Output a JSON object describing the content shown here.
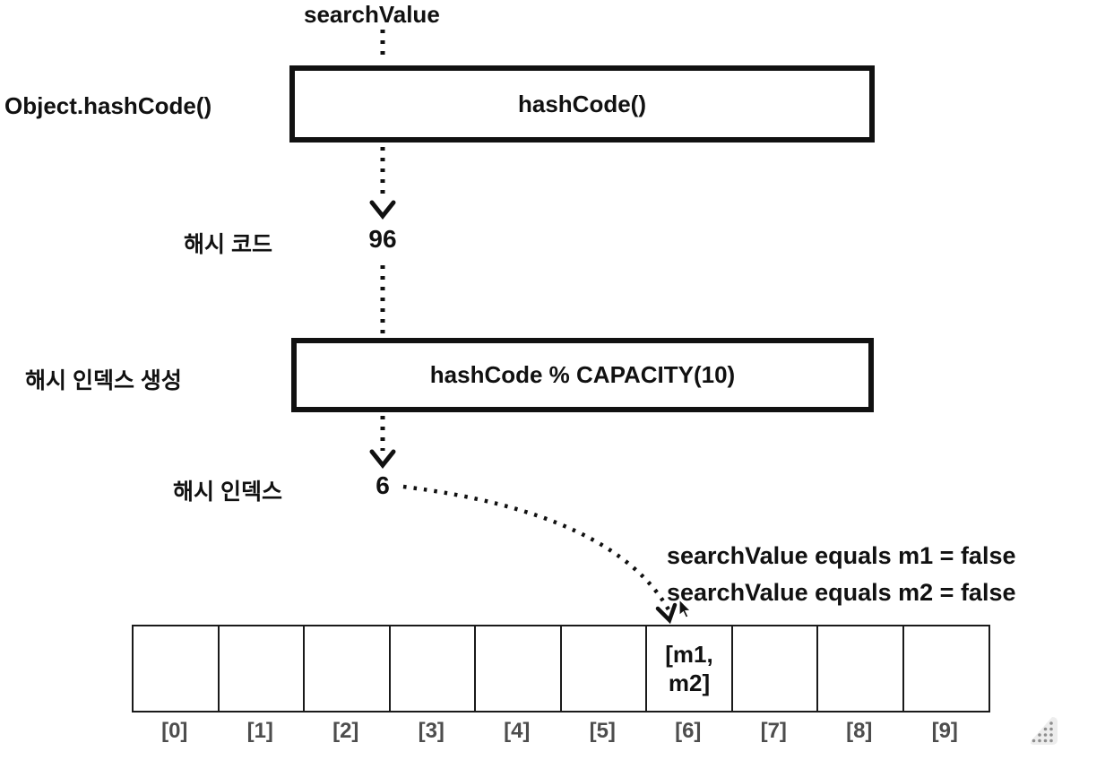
{
  "diagram": {
    "title_hint": "hash lookup flow",
    "top_label": "searchValue",
    "box1": {
      "label": "hashCode()",
      "side_label": "Object.hashCode()"
    },
    "hash_code": {
      "value": "96",
      "side_label": "해시 코드"
    },
    "box2": {
      "label": "hashCode % CAPACITY(10)",
      "side_label": "해시 인덱스 생성"
    },
    "hash_index": {
      "value": "6",
      "side_label": "해시 인덱스"
    },
    "comparisons": [
      "searchValue equals m1 = false",
      "searchValue equals m2 = false"
    ],
    "array": {
      "cells": [
        {
          "index": "[0]",
          "value": ""
        },
        {
          "index": "[1]",
          "value": ""
        },
        {
          "index": "[2]",
          "value": ""
        },
        {
          "index": "[3]",
          "value": ""
        },
        {
          "index": "[4]",
          "value": ""
        },
        {
          "index": "[5]",
          "value": ""
        },
        {
          "index": "[6]",
          "value": "[m1,\nm2]"
        },
        {
          "index": "[7]",
          "value": ""
        },
        {
          "index": "[8]",
          "value": ""
        },
        {
          "index": "[9]",
          "value": ""
        }
      ]
    },
    "icons": {
      "cursor": "mouse-cursor",
      "resize_handle": "drag-resize-handle"
    },
    "colors": {
      "line": "#111111",
      "index_label": "#4d4d4d",
      "handle_fill": "#ededed",
      "handle_dots": "#8f8f8f"
    }
  }
}
